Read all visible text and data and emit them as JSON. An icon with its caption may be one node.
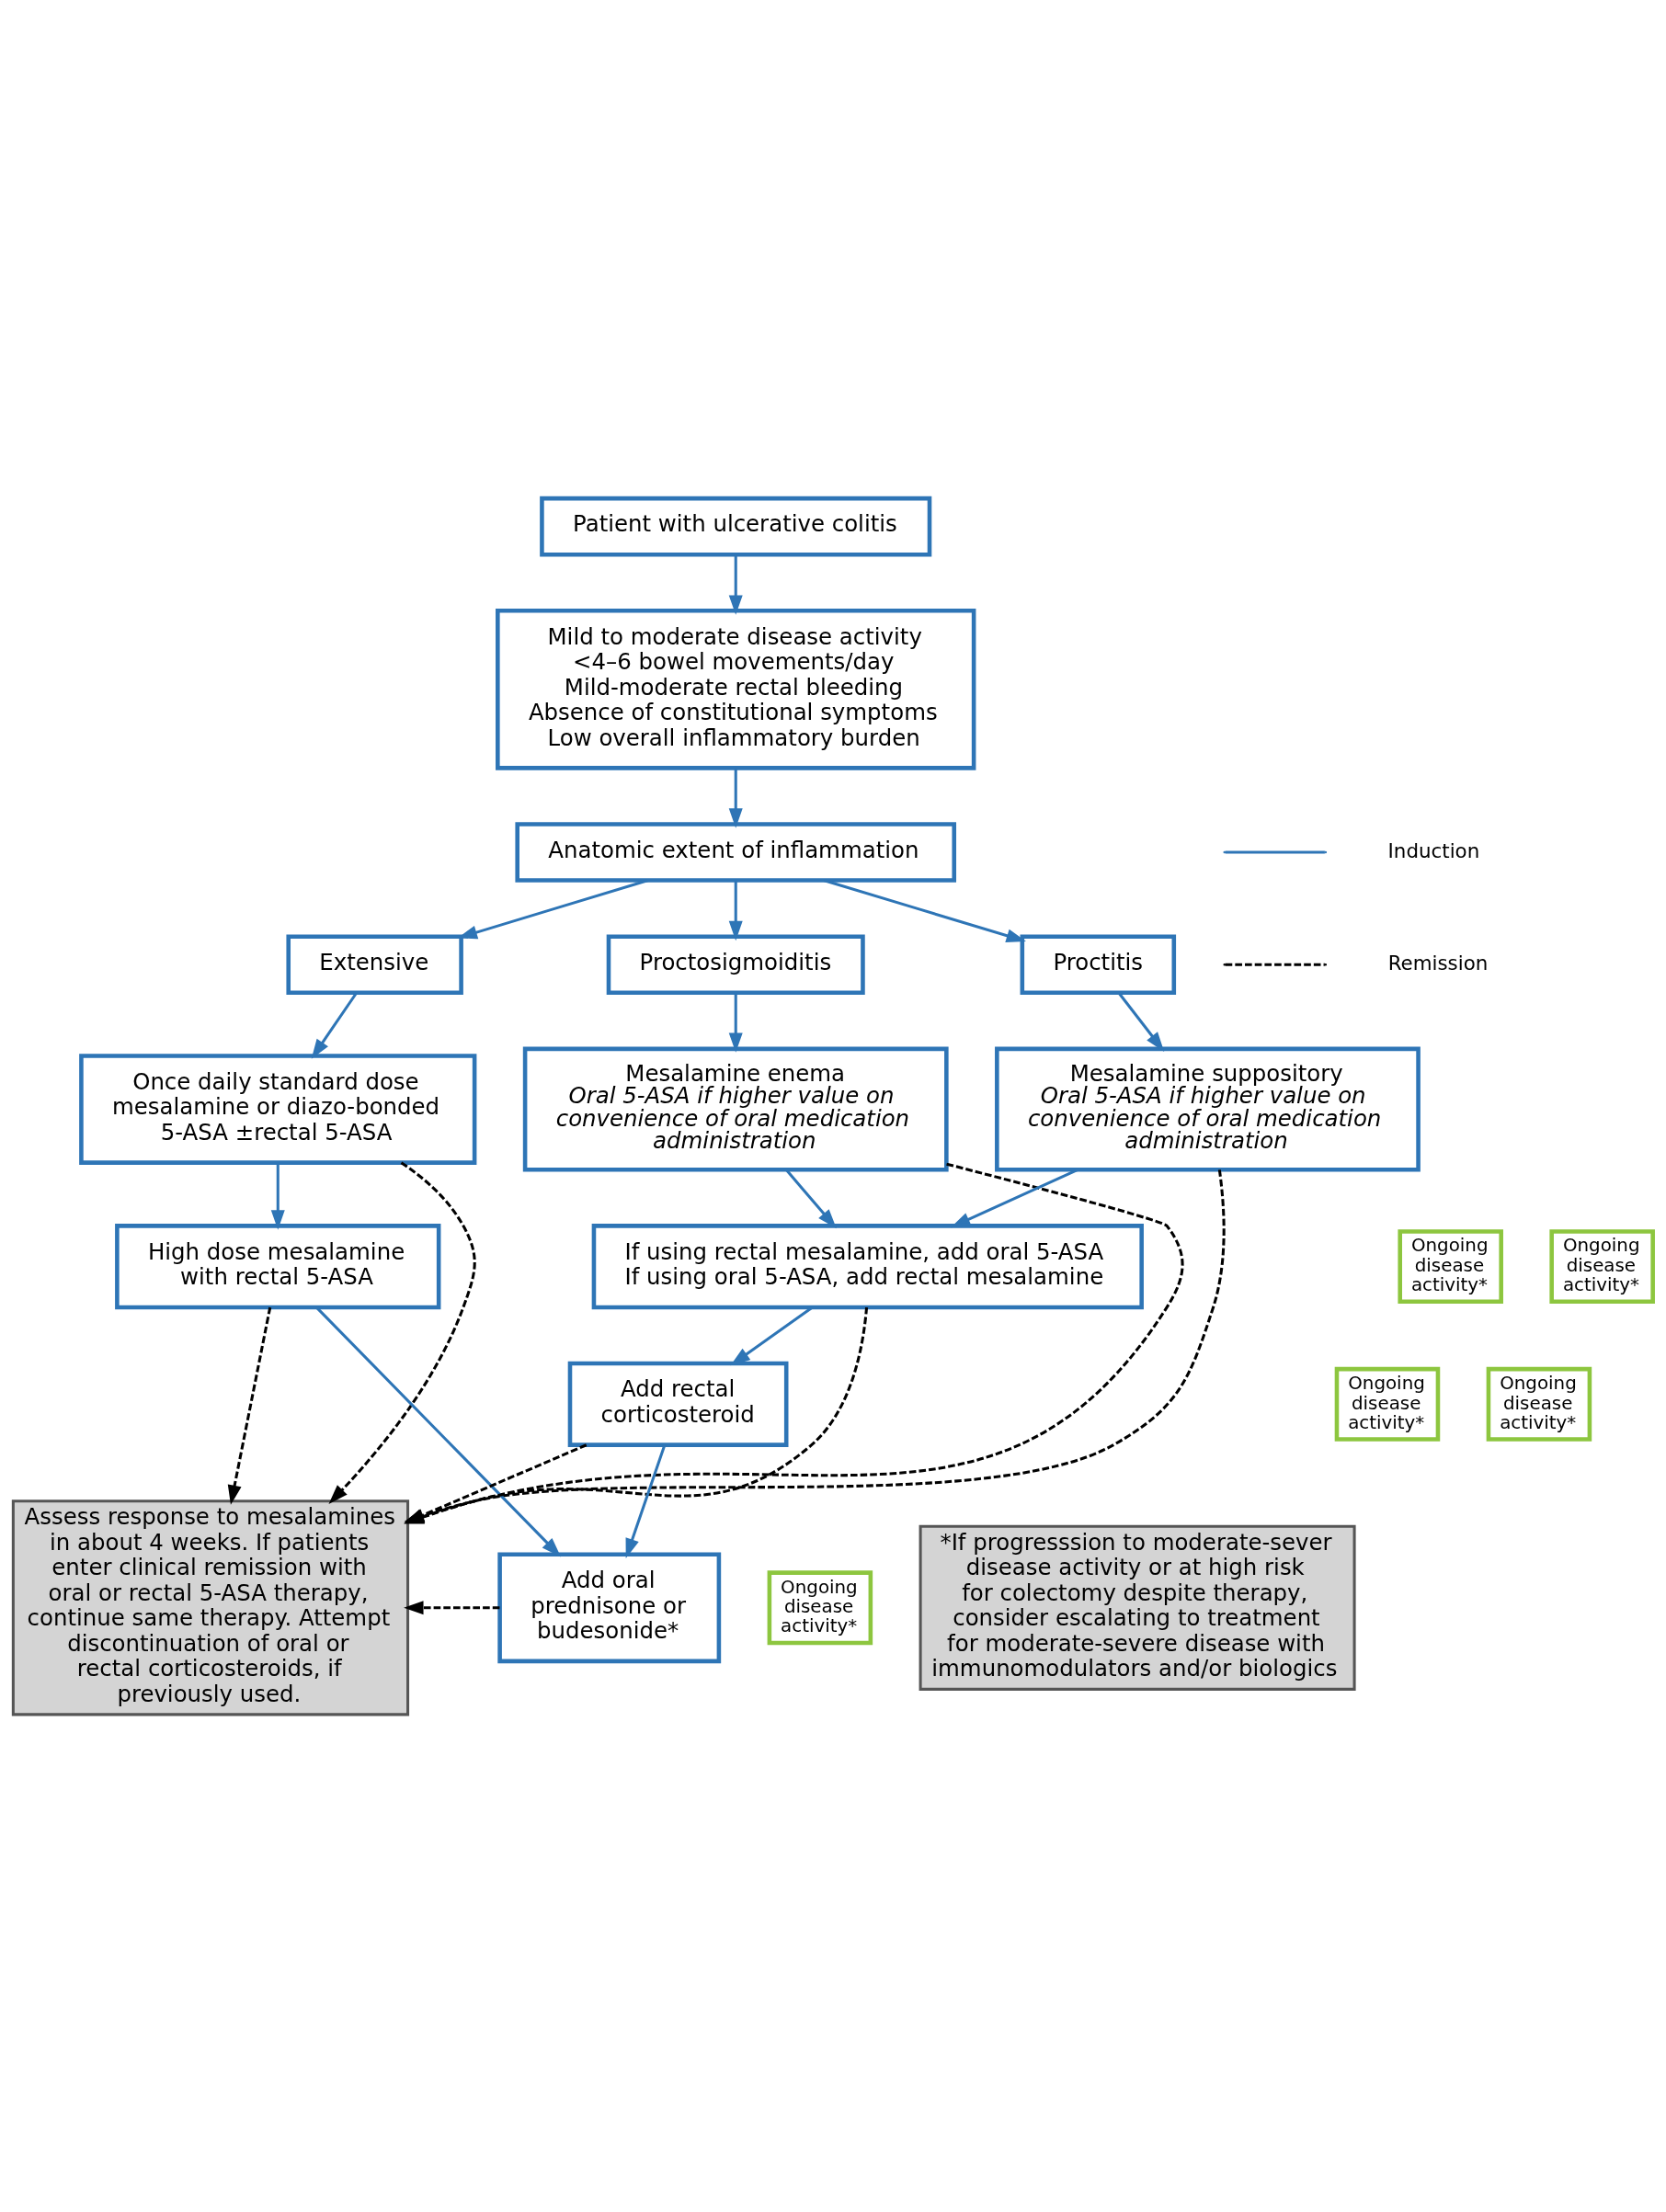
{
  "diagram": {
    "nodes": [
      {
        "text": [
          "Patient with ulcerative colitis"
        ]
      },
      {
        "text": [
          "Mild to moderate disease activity",
          "<4–6 bowel movements/day",
          "Mild-moderate rectal bleeding",
          "Absence of constitutional symptoms",
          "Low overall inflammatory burden"
        ]
      },
      {
        "text": [
          "Anatomic extent of inflammation"
        ]
      },
      {
        "text": [
          "Extensive"
        ]
      },
      {
        "text": [
          "Proctosigmoiditis"
        ]
      },
      {
        "text": [
          "Proctitis"
        ]
      },
      {
        "text": [
          "Once daily standard dose mesalamine or diazo-bonded 5-ASA ±rectal 5-ASA"
        ]
      },
      {
        "text": [
          "Mesalamine enema",
          "Oral 5-ASA if higher value on convenience of oral medication administration"
        ]
      },
      {
        "text": [
          "Mesalamine suppository",
          "Oral 5-ASA if higher value on convenience of oral medication administration"
        ]
      },
      {
        "text": [
          "Ongoing disease activity*"
        ]
      },
      {
        "text": [
          "High dose mesalamine with rectal 5-ASA"
        ]
      },
      {
        "text": [
          "Ongoing disease activity*"
        ]
      },
      {
        "text": [
          "If using rectal mesalamine, add oral 5-ASA",
          "If using oral 5-ASA, add rectal mesalamine"
        ]
      },
      {
        "text": [
          "Ongoing disease activity*"
        ]
      },
      {
        "text": [
          "Add rectal corticosteroid"
        ]
      },
      {
        "text": [
          "Ongoing disease activity*"
        ]
      },
      {
        "text": [
          "Ongoing disease activity*"
        ]
      },
      {
        "text": [
          "Assess response to mesalamines in about 4 weeks. If patients enter clinical remission with oral or rectal 5-ASA therapy, continue same therapy. Attempt discontinuation of oral or rectal corticosteroids, if previously used."
        ]
      },
      {
        "text": [
          "Add oral prednisone or budesonide*"
        ]
      },
      {
        "text": [
          "*If progresssion to moderate-sever disease activity or at high risk for colectomy despite therapy, consider escalating to treatment for moderate-severe disease with immunomodulators and/or biologics"
        ]
      }
    ],
    "edges": [
      {
        "from": 0,
        "to": 1,
        "arrow": "to"
      },
      {
        "from": 1,
        "to": 2,
        "arrow": "to"
      },
      {
        "from": 2,
        "to": 3,
        "arrow": "to"
      },
      {
        "from": 2,
        "to": 4,
        "arrow": "to"
      },
      {
        "from": 2,
        "to": 5,
        "arrow": "to"
      },
      {
        "from": 3,
        "to": 6,
        "arrow": "to"
      },
      {
        "from": 4,
        "to": 7,
        "arrow": "to"
      },
      {
        "from": 5,
        "to": 8,
        "arrow": "to"
      },
      {
        "from": 6,
        "to": 10,
        "arrow": "to"
      },
      {
        "from": 7,
        "to": 12,
        "arrow": "to"
      },
      {
        "from": 8,
        "to": 12,
        "arrow": "to"
      },
      {
        "from": 12,
        "to": 14,
        "arrow": "to"
      },
      {
        "from": 10,
        "to": 18,
        "arrow": "to"
      },
      {
        "from": 14,
        "to": 18,
        "arrow": "to"
      },
      {
        "from": 6,
        "to": 17,
        "arrow": "to",
        "style": "dashed",
        "color": "#000000"
      },
      {
        "from": 7,
        "to": 17,
        "arrow": "to",
        "style": "dashed",
        "color": "#000000"
      },
      {
        "from": 10,
        "to": 17,
        "arrow": "to",
        "style": "dashed",
        "color": "#000000"
      },
      {
        "from": 8,
        "to": 17,
        "arrow": "to",
        "style": "dashed",
        "color": "#000000"
      },
      {
        "from": 12,
        "to": 17,
        "arrow": "to",
        "style": "dashed",
        "color": "#000000"
      },
      {
        "from": 14,
        "to": 17,
        "arrow": "to",
        "style": "dashed",
        "color": "#000000"
      },
      {
        "from": 18,
        "to": 17,
        "arrow": "to",
        "style": "dashed",
        "color": "#000000"
      }
    ],
    "legend": [
      {
        "text": "Induction"
      },
      {
        "text": "Remission"
      }
    ]
  }
}
